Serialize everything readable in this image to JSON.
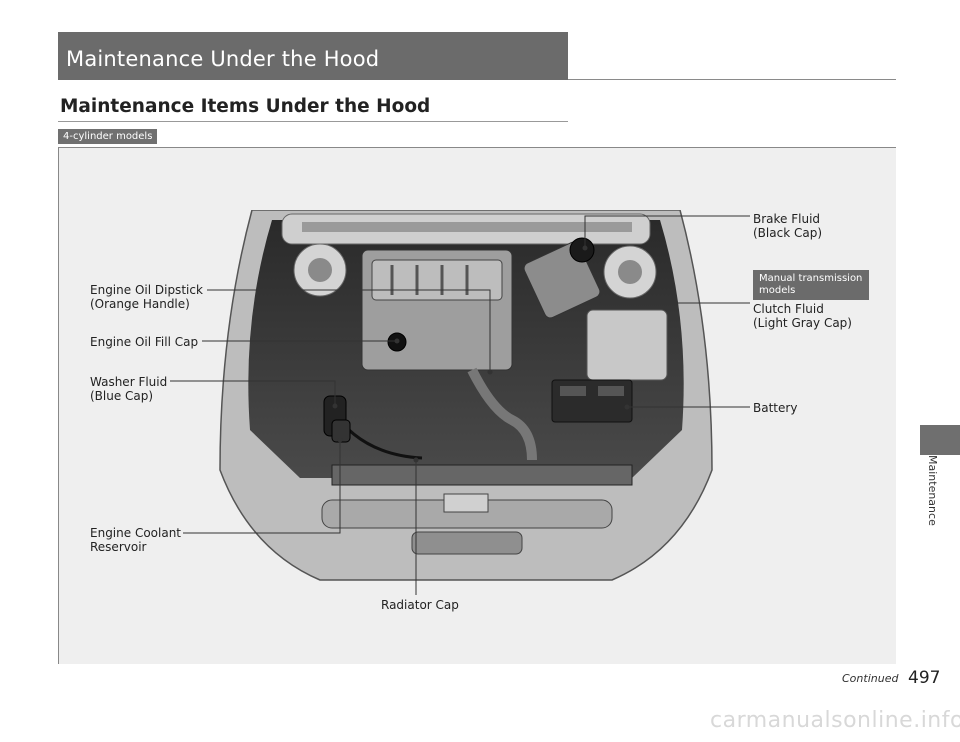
{
  "header": {
    "section_title": "Maintenance Under the Hood",
    "heading": "Maintenance Items Under the Hood",
    "model_badge": "4-cylinder models"
  },
  "figure": {
    "callouts": {
      "brake_fluid": "Brake Fluid\n(Black Cap)",
      "manual_transmission_badge": "Manual transmission\nmodels",
      "clutch_fluid": "Clutch Fluid\n(Light Gray Cap)",
      "battery": "Battery",
      "engine_oil_dipstick": "Engine Oil Dipstick\n(Orange Handle)",
      "engine_oil_fill_cap": "Engine Oil Fill Cap",
      "washer_fluid": "Washer Fluid\n(Blue Cap)",
      "engine_coolant_reservoir": "Engine Coolant\nReservoir",
      "radiator_cap": "Radiator Cap"
    }
  },
  "side_tab": {
    "label": "Maintenance"
  },
  "footer": {
    "continued": "Continued",
    "page_number": "497",
    "watermark": "carmanualsonline.info"
  }
}
